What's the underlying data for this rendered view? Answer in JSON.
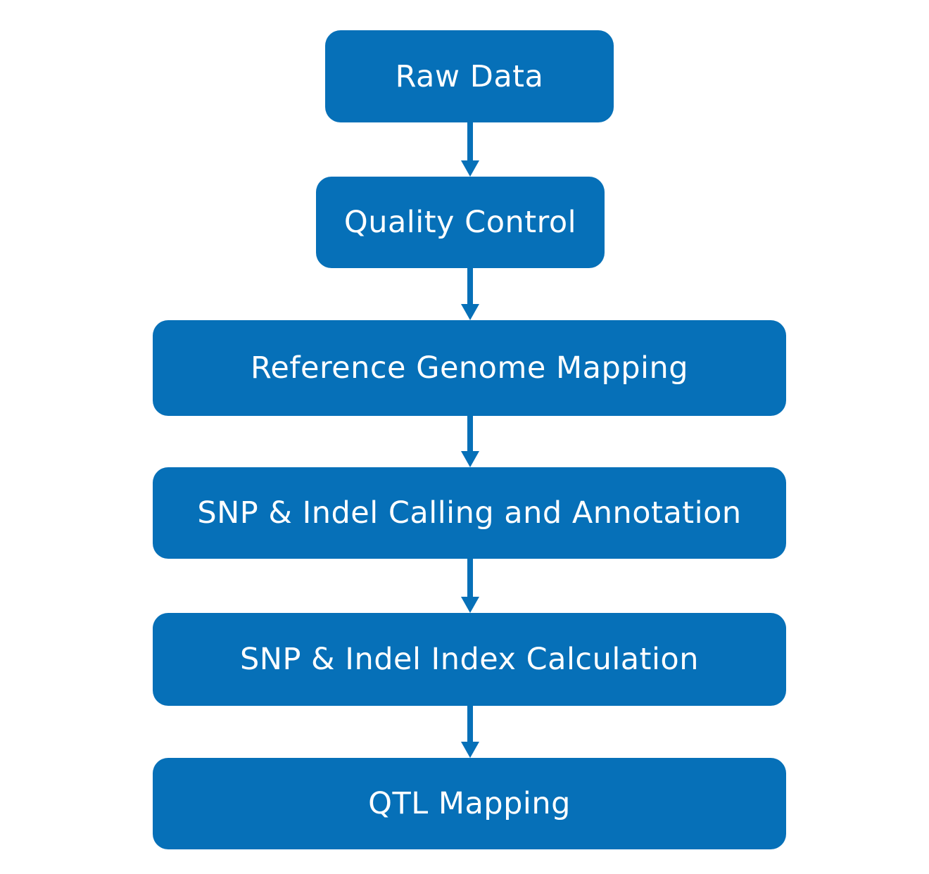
{
  "steps": [
    {
      "label": "Raw Data"
    },
    {
      "label": "Quality Control"
    },
    {
      "label": "Reference Genome Mapping"
    },
    {
      "label": "SNP & Indel Calling and Annotation"
    },
    {
      "label": "SNP & Indel Index Calculation"
    },
    {
      "label": "QTL Mapping"
    }
  ],
  "colors": {
    "box_fill": "#0670b8",
    "box_text": "#ffffff",
    "arrow": "#0670b8",
    "background": "#ffffff"
  }
}
